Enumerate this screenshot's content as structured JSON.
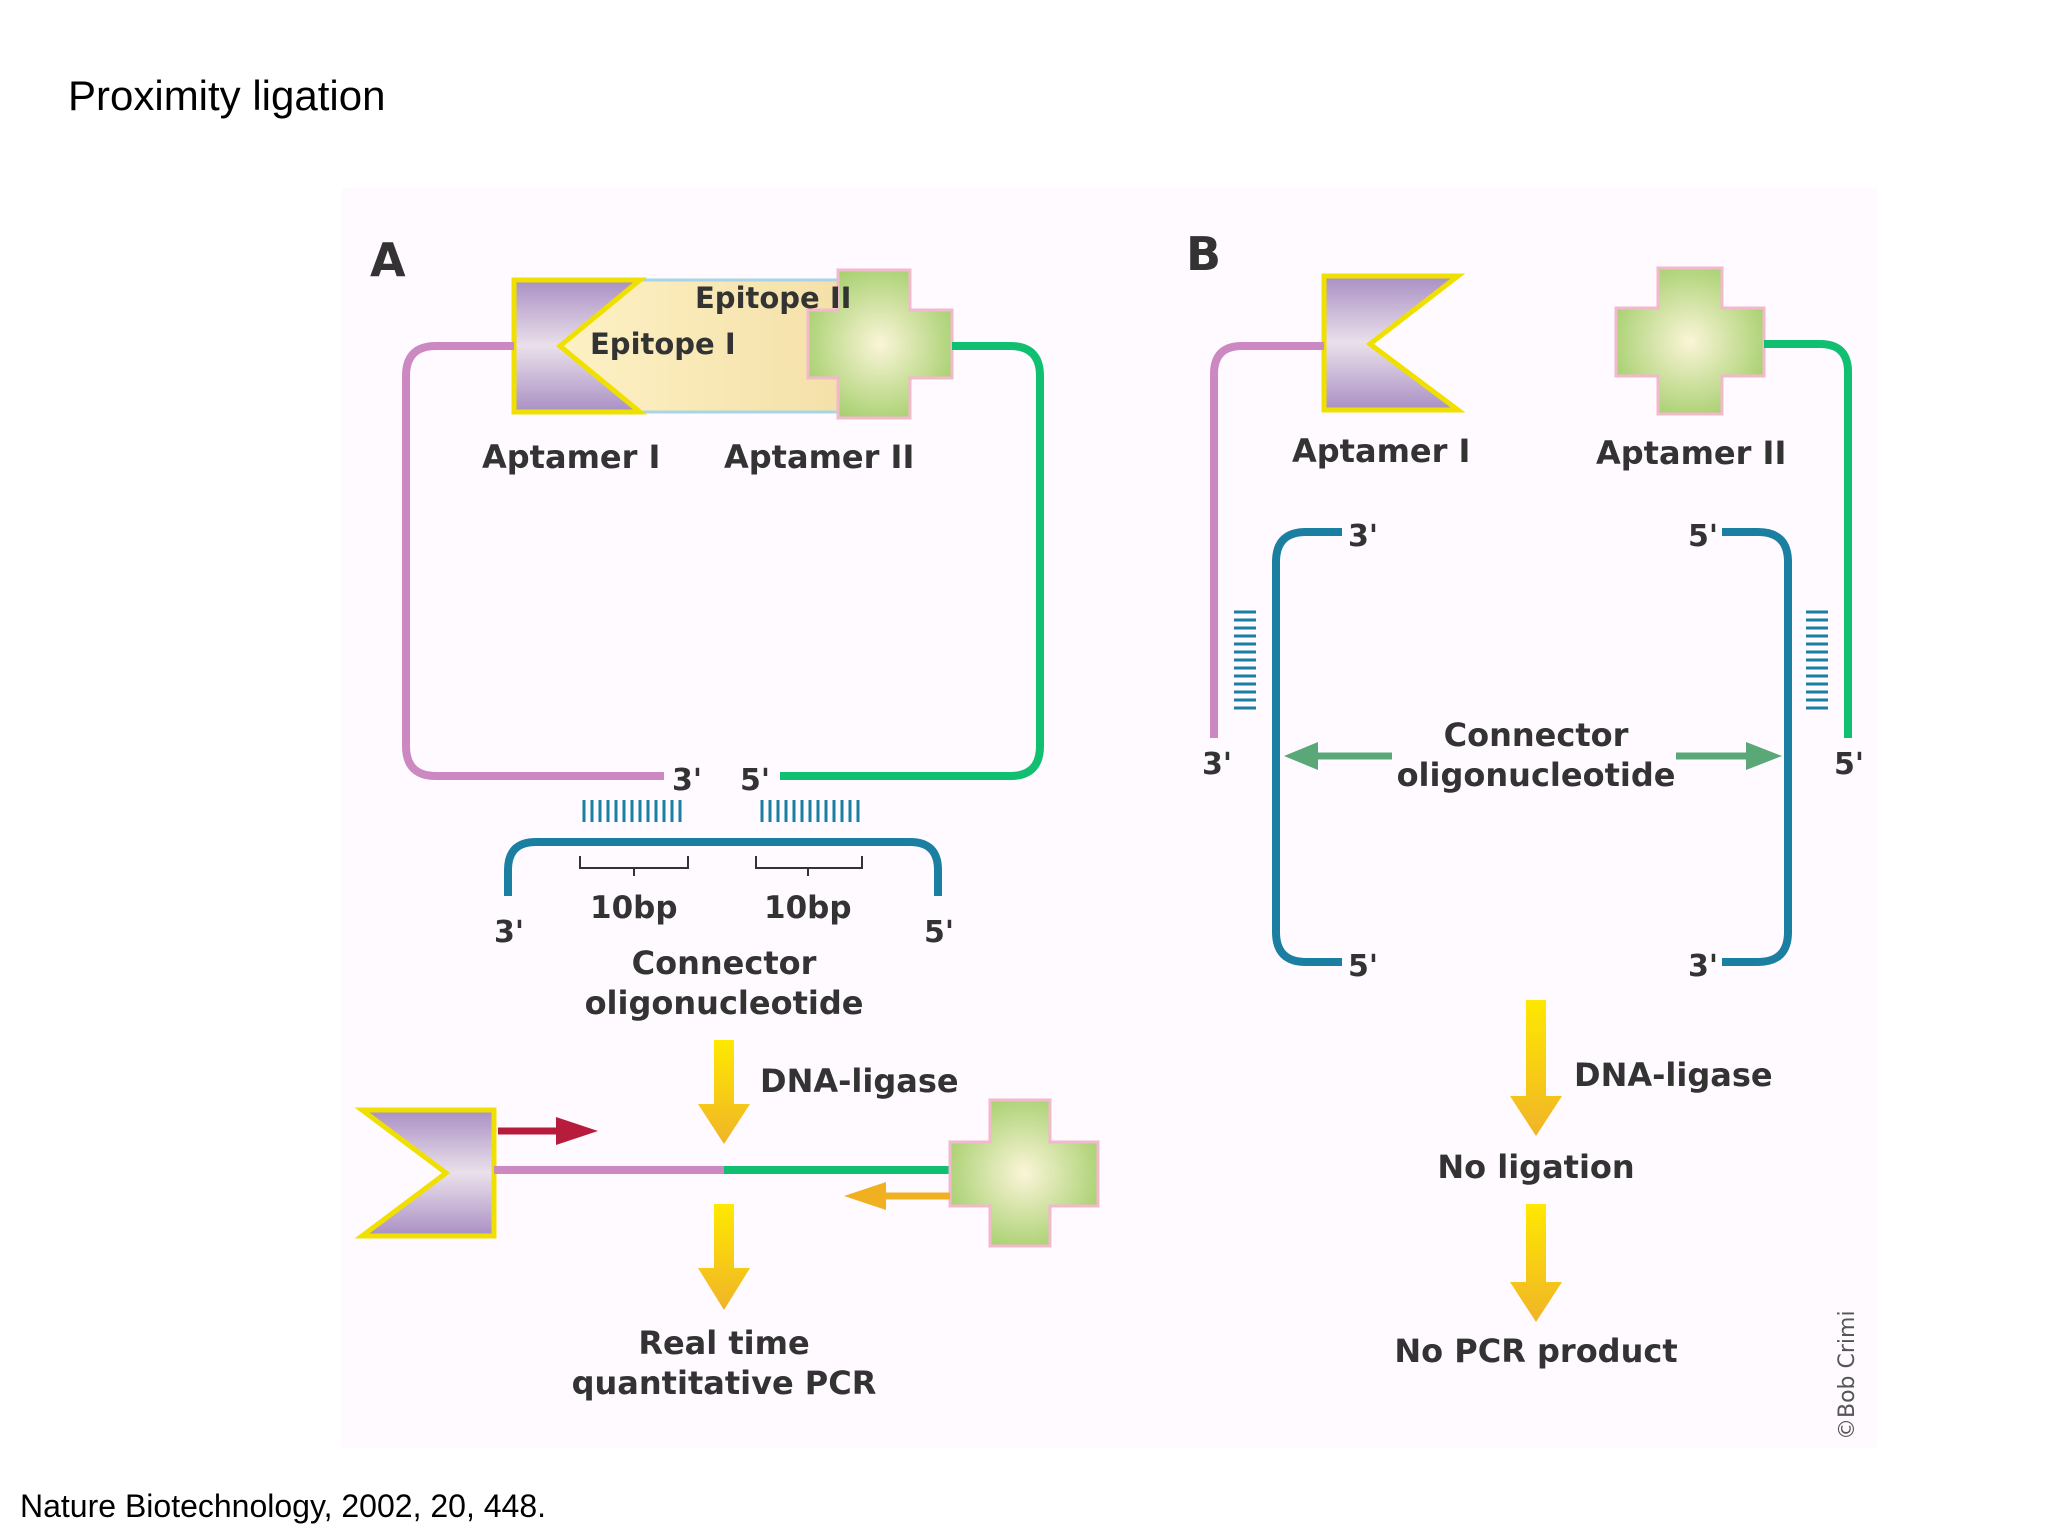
{
  "slide": {
    "title": "Proximity ligation",
    "citation": "Nature Biotechnology, 2002, 20, 448."
  },
  "colors": {
    "aptamer1_strand": "#cc88c0",
    "aptamer2_strand": "#10c070",
    "connector": "#1a7fa0",
    "ligase_arrow": "#f0c020",
    "extension_arrow_red": "#b81c3c",
    "extension_arrow_orange": "#f0b020",
    "panel_bg": "#fffaff",
    "label_text": "#333333"
  },
  "panel_a": {
    "letter": "A",
    "epitope_1": "Epitope I",
    "epitope_2": "Epitope II",
    "aptamer_1": "Aptamer I",
    "aptamer_2": "Aptamer II",
    "end_3prime": "3'",
    "end_5prime": "5'",
    "connector_3prime": "3'",
    "connector_5prime": "5'",
    "bp_left": "10bp",
    "bp_right": "10bp",
    "connector_line1": "Connector",
    "connector_line2": "oligonucleotide",
    "ligase": "DNA-ligase",
    "result_line1": "Real time",
    "result_line2": "quantitative PCR"
  },
  "panel_b": {
    "letter": "B",
    "aptamer_1": "Aptamer I",
    "aptamer_2": "Aptamer II",
    "top_left_end": "3'",
    "top_right_end": "5'",
    "strand_left_end": "3'",
    "strand_right_end": "5'",
    "bottom_left_end": "5'",
    "bottom_right_end": "3'",
    "connector_line1": "Connector",
    "connector_line2": "oligonucleotide",
    "ligase": "DNA-ligase",
    "no_ligation": "No ligation",
    "no_product": "No PCR product"
  },
  "credit": "©Bob Crimi"
}
